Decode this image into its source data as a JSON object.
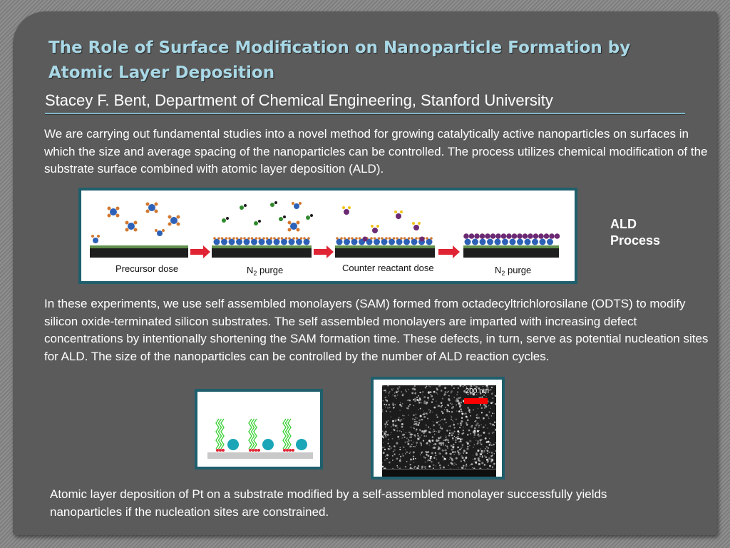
{
  "slide": {
    "title": "The Role of Surface Modification on Nanoparticle Formation by Atomic Layer Deposition",
    "author": "Stacey F. Bent, Department of Chemical Engineering, Stanford University",
    "intro_paragraph": "We are carrying out fundamental studies into a novel method for growing catalytically active nanoparticles on surfaces in which the size and average spacing of the nanoparticles can be controlled.  The process utilizes chemical modification of the substrate surface combined with atomic layer deposition (ALD).",
    "experiment_paragraph": "In these experiments, we use self assembled monolayers (SAM) formed from octadecyltrichlorosilane (ODTS) to modify silicon oxide-terminated silicon substrates. The self assembled monolayers are imparted with increasing defect concentrations by intentionally shortening the SAM formation time.  These defects, in turn, serve as potential nucleation sites for ALD.   The size of the nanoparticles can be controlled by the number of ALD reaction cycles.",
    "caption": "Atomic layer deposition of Pt on a substrate modified by a self-assembled monolayer successfully yields nanoparticles if the nucleation sites are constrained."
  },
  "ald_diagram": {
    "side_label_line1": "ALD",
    "side_label_line2": "Process",
    "steps": [
      {
        "label": "Precursor dose"
      },
      {
        "label_prefix": "N",
        "label_sub": "2",
        "label_suffix": " purge"
      },
      {
        "label": "Counter reactant dose"
      },
      {
        "label_prefix": "N",
        "label_sub": "2",
        "label_suffix": " purge"
      }
    ]
  },
  "sem_image": {
    "scale_label": "200 nm"
  },
  "colors": {
    "title": "#a9d8e6",
    "frame_border": "#1f5f6c",
    "arrow": "#e02433",
    "precursor_center": "#2d61b8",
    "ligand": "#d2782f",
    "counter_reactant": "#6b2a73",
    "byproduct": "#2f8a2c",
    "nanoparticle": "#1aa6b7",
    "sam_chain": "#3fd23a"
  }
}
